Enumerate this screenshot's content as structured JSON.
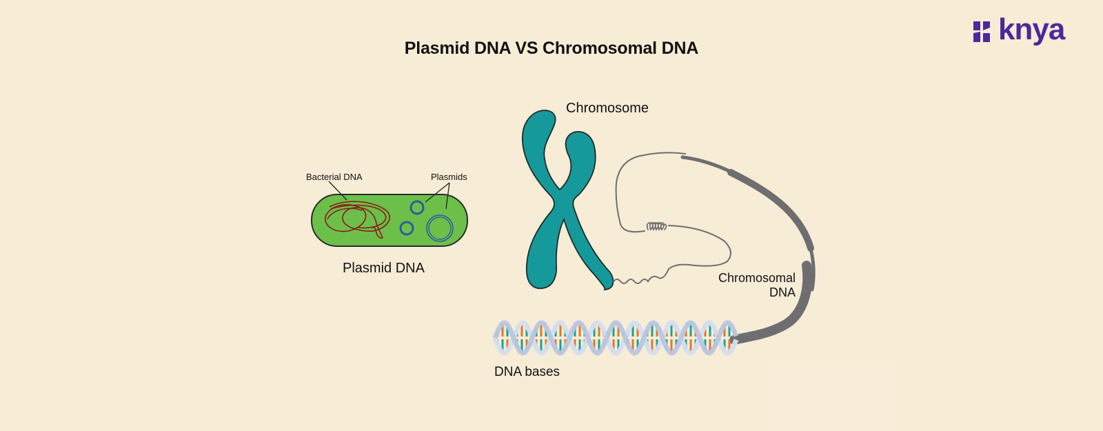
{
  "title": "Plasmid DNA VS Chromosomal DNA",
  "logo": {
    "text": "knya",
    "icon": "knya-logo-icon",
    "color": "#4a2a9a"
  },
  "colors": {
    "background": "#f7ecd6",
    "bacterium_fill": "#6cc04a",
    "bacterial_dna": "#8b1a1a",
    "plasmid": "#2e5aa0",
    "chromosome": "#16999a",
    "chromatin": "#6e6e70",
    "base_orange": "#e07a2a",
    "base_teal": "#1aa39a"
  },
  "plasmid_section": {
    "labels": {
      "bacterial_dna": "Bacterial DNA",
      "plasmids": "Plasmids",
      "caption": "Plasmid DNA"
    }
  },
  "chromosome_section": {
    "labels": {
      "chromosome": "Chromosome",
      "chromosomal_dna_line1": "Chromosomal",
      "chromosomal_dna_line2": "DNA",
      "dna_bases": "DNA bases"
    }
  }
}
